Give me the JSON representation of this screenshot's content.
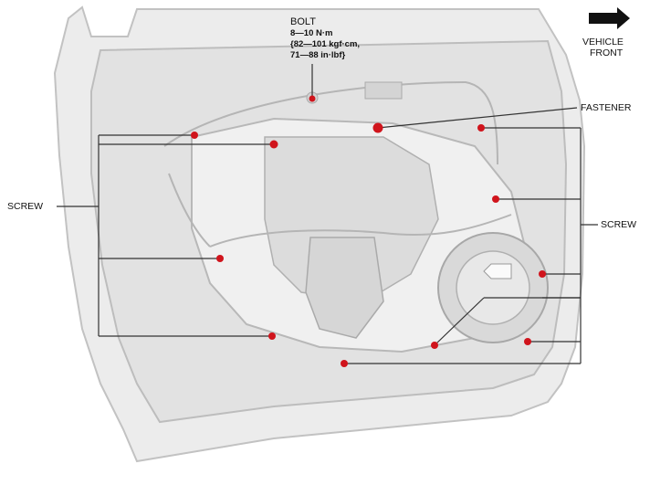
{
  "labels": {
    "bolt": {
      "title": "BOLT",
      "line1": "8—10 N·m",
      "line2": "{82—101 kgf·cm,",
      "line3": "71—88 in·lbf}"
    },
    "vehicle_front": {
      "line1": "VEHICLE",
      "line2": "FRONT"
    },
    "fastener": "FASTENER",
    "screw_left": "SCREW",
    "screw_right": "SCREW"
  },
  "colors": {
    "panel_fill": "#e6e6e6",
    "panel_stroke": "#bdbdbd",
    "marker_red": "#d0141c",
    "leader_line": "#333333",
    "arrow": "#111111"
  }
}
